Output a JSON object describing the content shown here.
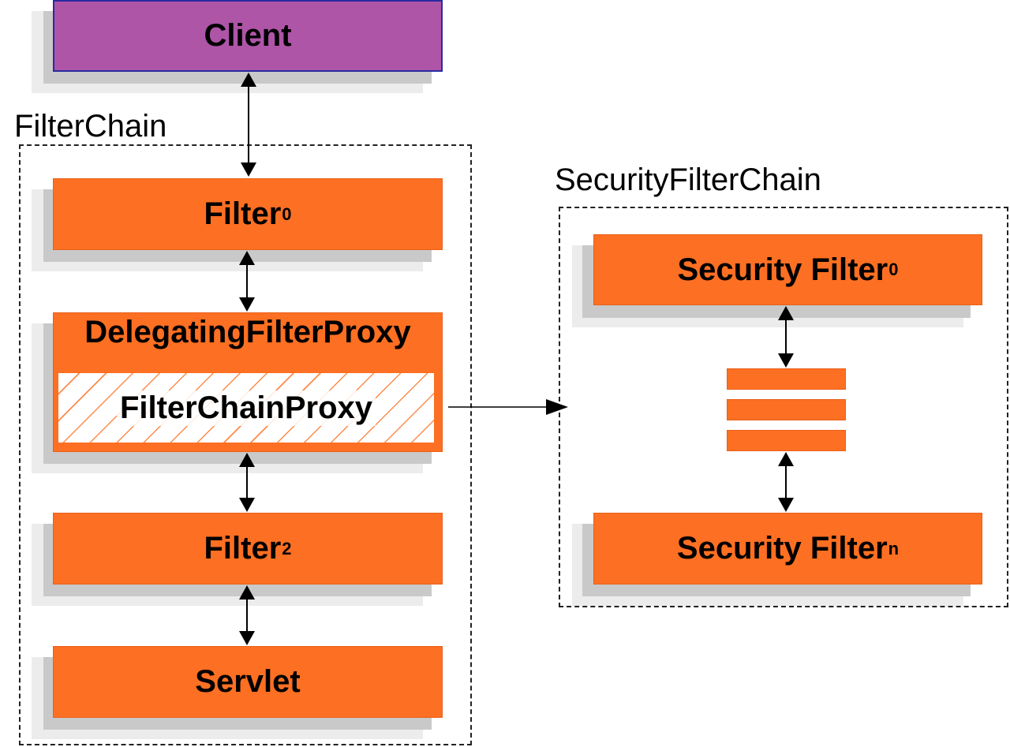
{
  "client": {
    "label": "Client"
  },
  "filter_chain": {
    "label": "FilterChain",
    "filter0": {
      "label": "Filter",
      "sub": "0"
    },
    "delegating": {
      "label": "DelegatingFilterProxy"
    },
    "filter_chain_proxy": {
      "label": "FilterChainProxy"
    },
    "filter2": {
      "label": "Filter",
      "sub": "2"
    },
    "servlet": {
      "label": "Servlet"
    }
  },
  "security_filter_chain": {
    "label": "SecurityFilterChain",
    "security_filter0": {
      "label": "Security Filter",
      "sub": "0"
    },
    "security_filtern": {
      "label": "Security Filter",
      "sub": "n"
    }
  },
  "colors": {
    "orange": "#fd6f22",
    "client_purple": "#ae55a8",
    "client_border": "#2a2aa0",
    "shadow": "#c9c9c9"
  }
}
